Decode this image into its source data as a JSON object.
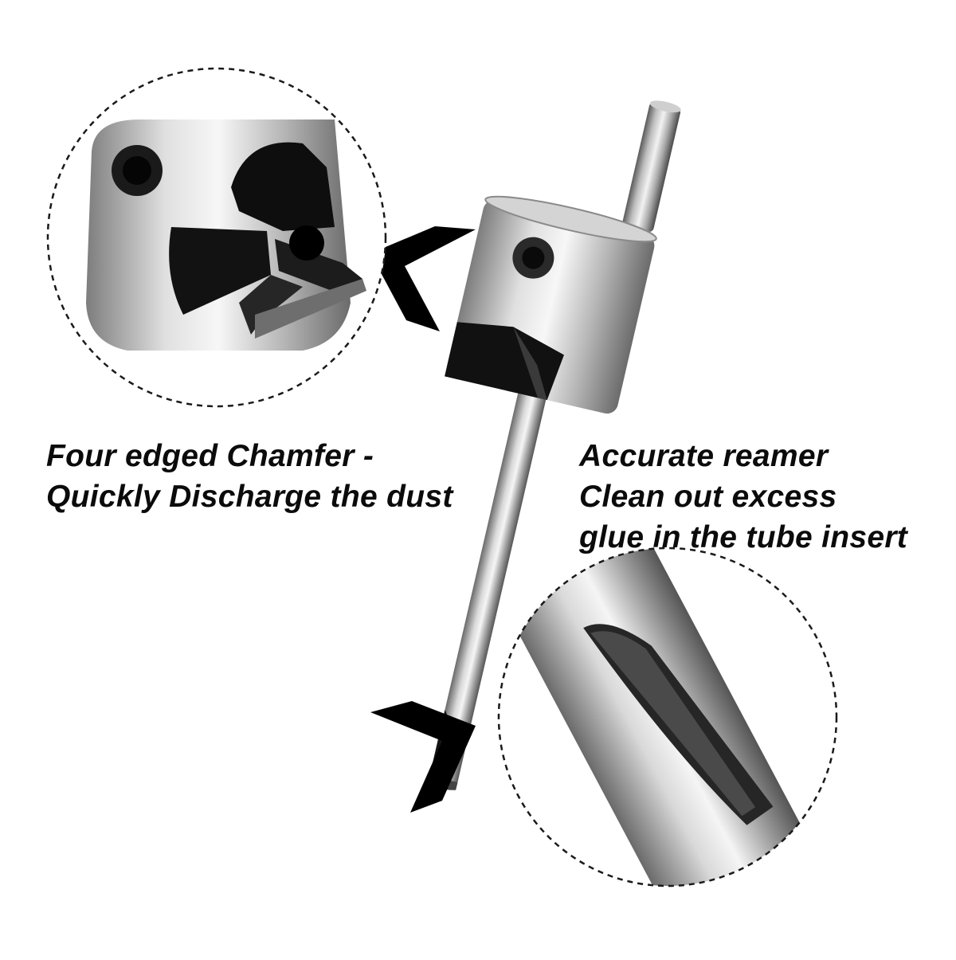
{
  "captions": {
    "left": {
      "line1": "Four edged Chamfer -",
      "line2": "Quickly Discharge the dust"
    },
    "right": {
      "line1": "Accurate reamer",
      "line2": "Clean out excess",
      "line3": "glue in the tube insert"
    }
  },
  "icons": {
    "upper_pointer": "chevron-left-icon",
    "lower_pointer": "chevron-down-left-icon"
  },
  "colors": {
    "background": "#ffffff",
    "text": "#0b0b0b",
    "steel_light": "#e6e6e6",
    "steel_mid": "#9a9a9a",
    "steel_dark": "#4a4a4a",
    "arrow": "#000000"
  }
}
